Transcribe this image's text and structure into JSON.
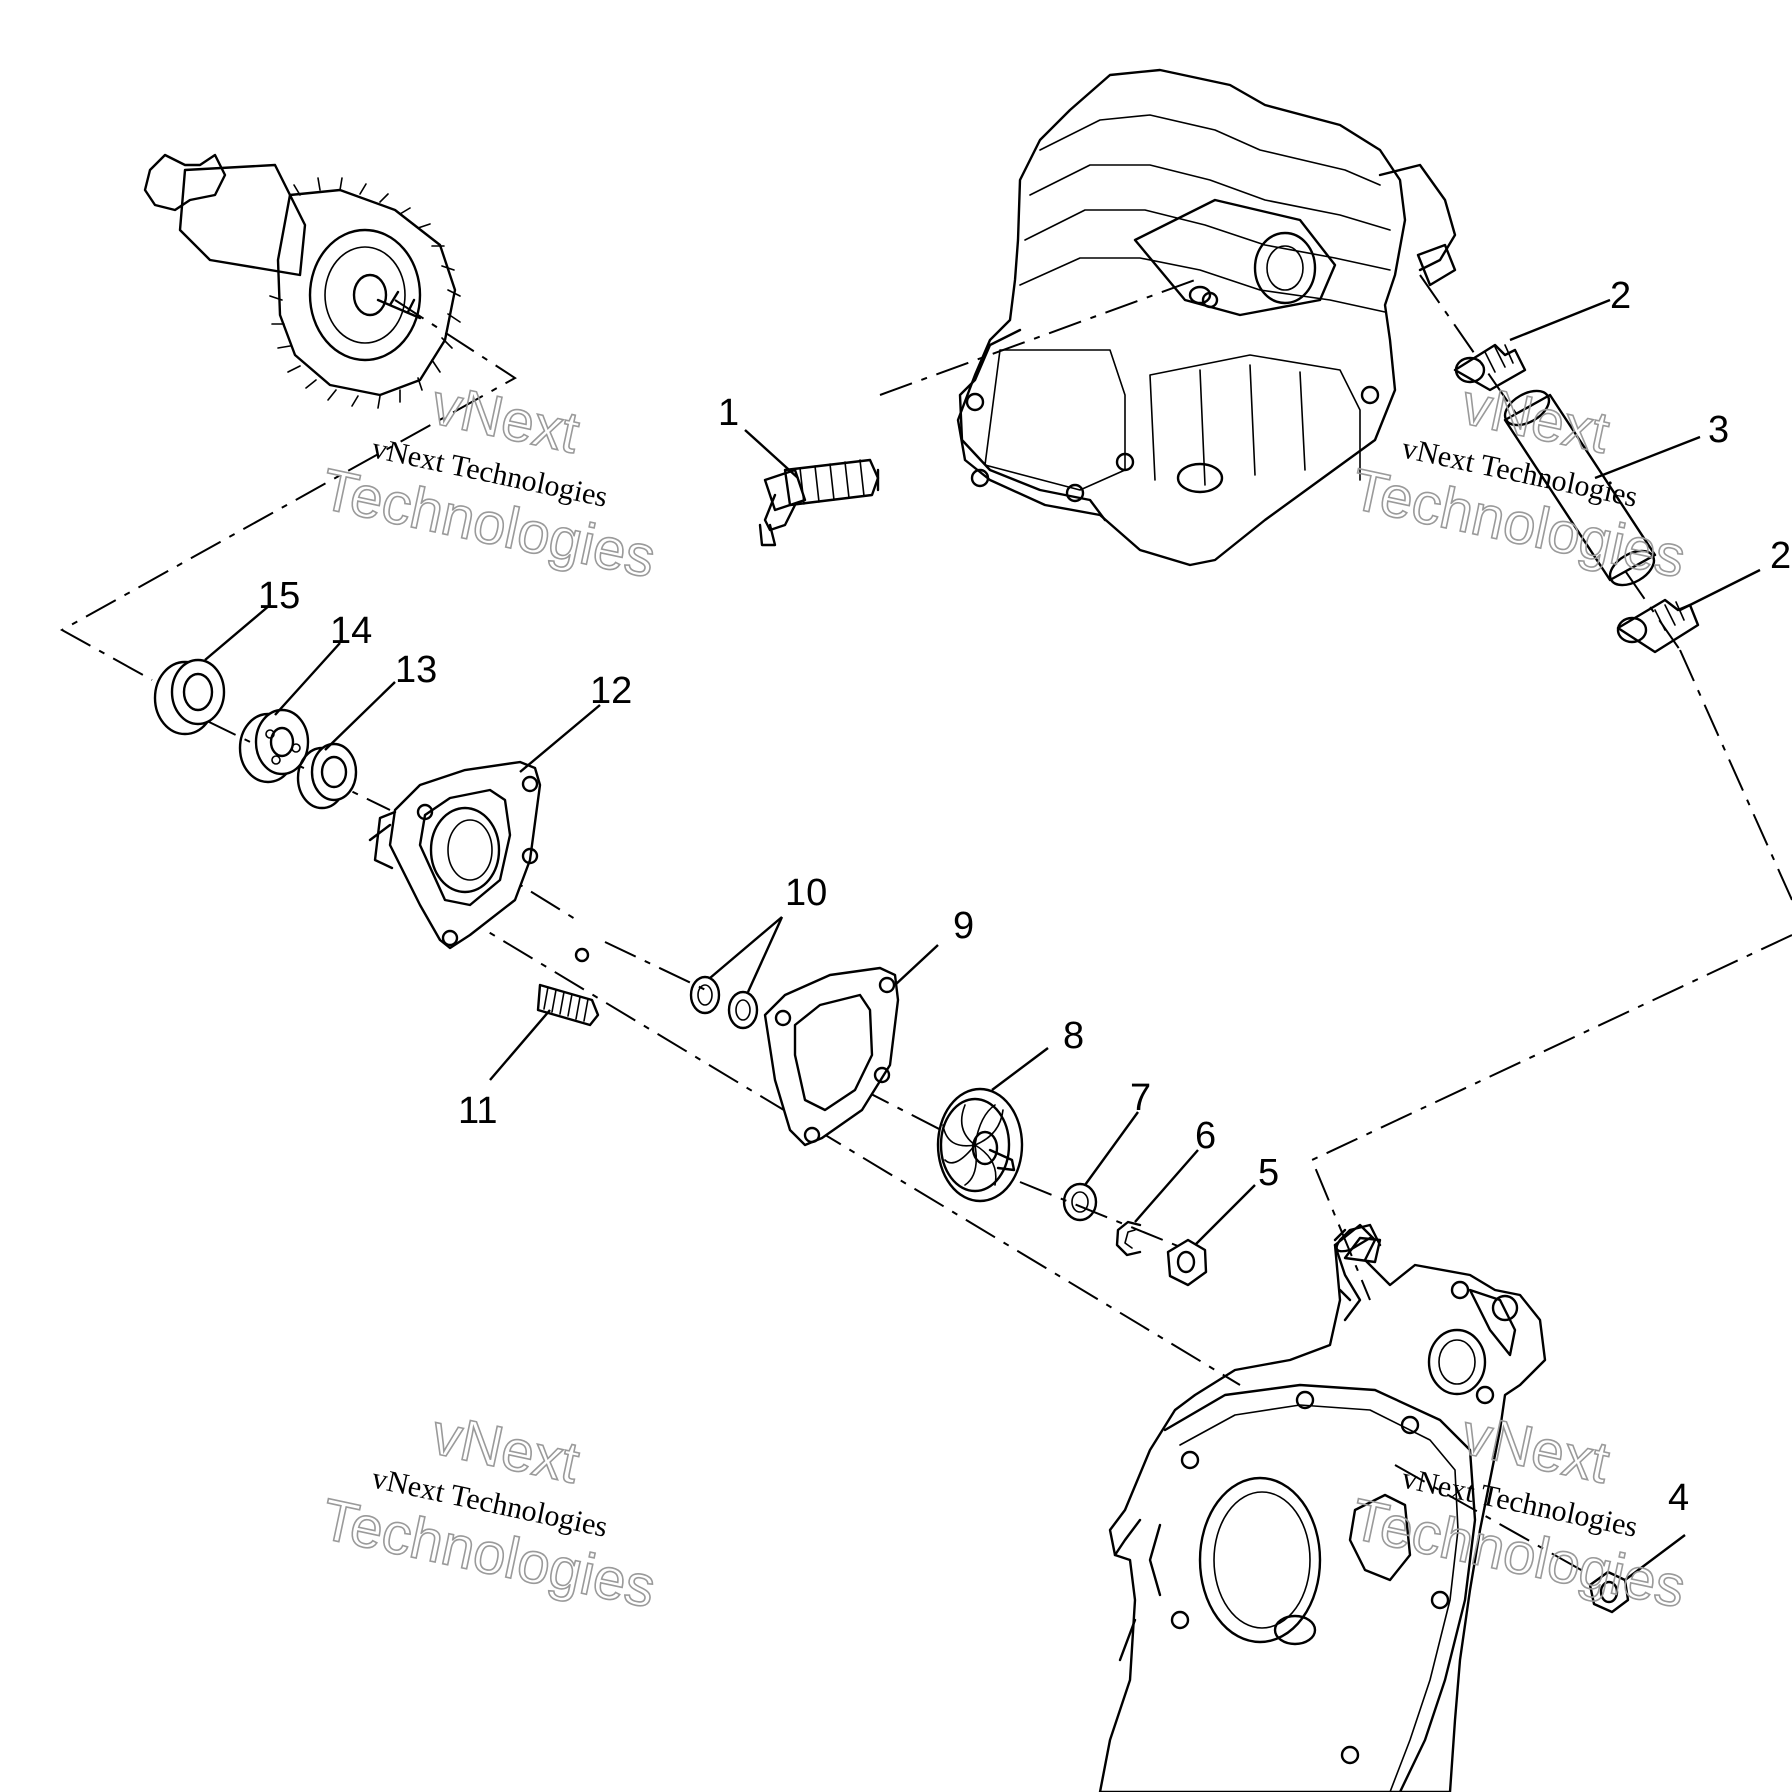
{
  "callouts": [
    {
      "id": "1",
      "label": "1"
    },
    {
      "id": "2a",
      "label": "2"
    },
    {
      "id": "2b",
      "label": "2"
    },
    {
      "id": "3",
      "label": "3"
    },
    {
      "id": "4",
      "label": "4"
    },
    {
      "id": "5",
      "label": "5"
    },
    {
      "id": "6",
      "label": "6"
    },
    {
      "id": "7",
      "label": "7"
    },
    {
      "id": "8",
      "label": "8"
    },
    {
      "id": "9",
      "label": "9"
    },
    {
      "id": "10",
      "label": "10"
    },
    {
      "id": "11",
      "label": "11"
    },
    {
      "id": "12",
      "label": "12"
    },
    {
      "id": "13",
      "label": "13"
    },
    {
      "id": "14",
      "label": "14"
    },
    {
      "id": "15",
      "label": "15"
    }
  ],
  "watermark": {
    "line1": "vNext Technologies",
    "big1": "vNext",
    "big2": "Technologies"
  }
}
